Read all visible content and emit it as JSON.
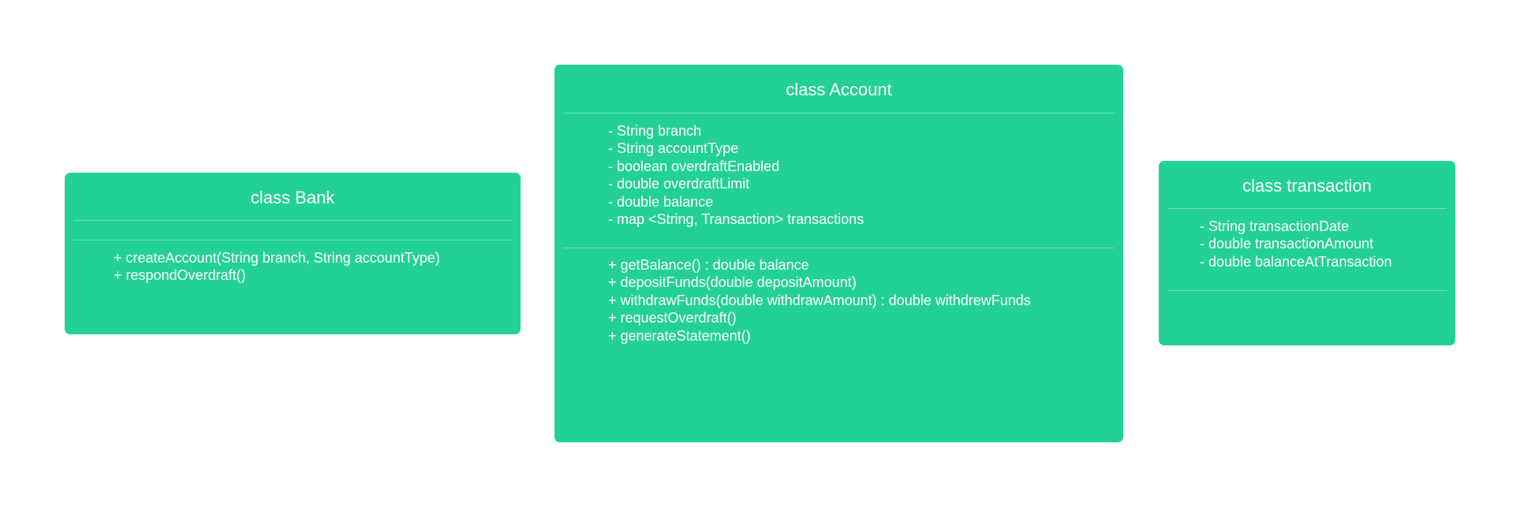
{
  "diagram": {
    "colors": {
      "box_fill": "#23d196",
      "text": "#ffffff",
      "background": "#ffffff"
    },
    "classes": [
      {
        "id": "bank",
        "title": "class Bank",
        "attributes": [],
        "methods": [
          "+ createAccount(String branch, String accountType)",
          "+ respondOverdraft()"
        ]
      },
      {
        "id": "account",
        "title": "class Account",
        "attributes": [
          "- String branch",
          "- String accountType",
          "- boolean overdraftEnabled",
          "- double overdraftLimit",
          "- double balance",
          "- map <String, Transaction> transactions"
        ],
        "methods": [
          "+ getBalance() : double balance",
          "+ depositFunds(double depositAmount)",
          "+ withdrawFunds(double withdrawAmount) : double withdrewFunds",
          "+ requestOverdraft()",
          "+ generateStatement()"
        ]
      },
      {
        "id": "transaction",
        "title": "class transaction",
        "attributes": [
          "- String transactionDate",
          "- double transactionAmount",
          "- double balanceAtTransaction"
        ],
        "methods": []
      }
    ]
  }
}
